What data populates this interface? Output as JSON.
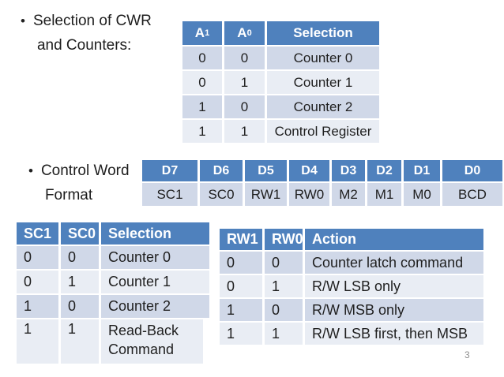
{
  "slide": {
    "page_number": "3",
    "bullet1": {
      "marker": "•",
      "line1": "Selection of CWR",
      "line2": "and Counters:"
    },
    "bullet2": {
      "marker": "•",
      "line1": "Control Word",
      "line2": "Format"
    },
    "colors": {
      "header_bg": "#4F81BD",
      "band_dark": "#D0D8E8",
      "band_light": "#E9EDF4",
      "header_text": "#FFFFFF",
      "body_text": "#1F1F1F"
    }
  },
  "address_table": {
    "h0_base": "A",
    "h0_sub": "1",
    "h1_base": "A",
    "h1_sub": "0",
    "h2": "Selection",
    "rows": [
      [
        "0",
        "0",
        "Counter 0"
      ],
      [
        "0",
        "1",
        "Counter 1"
      ],
      [
        "1",
        "0",
        "Counter 2"
      ],
      [
        "1",
        "1",
        "Control Register"
      ]
    ]
  },
  "control_word_table": {
    "headers": [
      "D7",
      "D6",
      "D5",
      "D4",
      "D3",
      "D2",
      "D1",
      "D0"
    ],
    "bits": [
      "SC1",
      "SC0",
      "RW1",
      "RW0",
      "M2",
      "M1",
      "M0",
      "BCD"
    ]
  },
  "sc_table": {
    "headers": [
      "SC1",
      "SC0",
      "Selection"
    ],
    "rows": [
      [
        "0",
        "0",
        "Counter 0"
      ],
      [
        "0",
        "1",
        "Counter 1"
      ],
      [
        "1",
        "0",
        "Counter 2"
      ],
      [
        "1",
        "1",
        "Read-Back Command"
      ]
    ]
  },
  "rw_table": {
    "headers": [
      "RW1",
      "RW0",
      "Action"
    ],
    "rows": [
      [
        "0",
        "0",
        "Counter latch command"
      ],
      [
        "0",
        "1",
        "R/W LSB only"
      ],
      [
        "1",
        "0",
        "R/W MSB only"
      ],
      [
        "1",
        "1",
        "R/W LSB first, then MSB"
      ]
    ]
  }
}
